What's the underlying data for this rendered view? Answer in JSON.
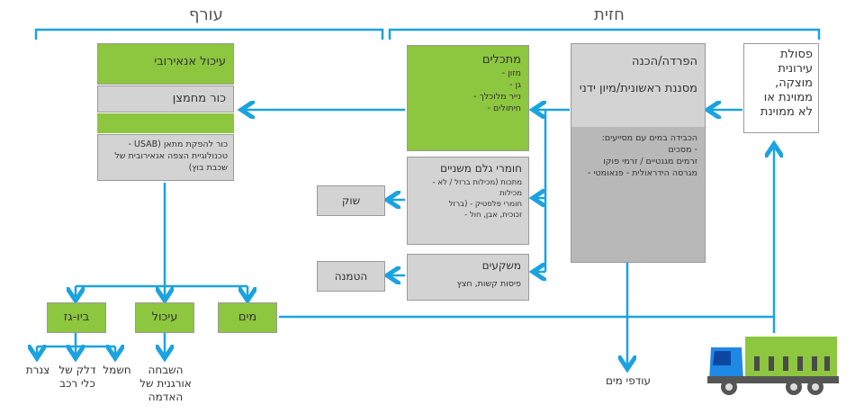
{
  "headers": {
    "front": "חזית",
    "back": "עורף"
  },
  "boxes": {
    "organic_waste": "פסולת עירונית מוצקה, ממוינת או לא ממוינת",
    "separation_title": "הפרדה/הכנה",
    "separation_sub": "מסננת ראשונית/מיון ידני",
    "separation_details": "הכבידה במים עם מסייעים:\n- מסכים\nזרמים מגנטיים / זרמי פוקו\nמגרסה הידראולית - פנאומטי -",
    "containers_title": "מתכלים",
    "containers_items": [
      "מזון -",
      "גן -",
      "נייר מלוכלך -",
      "חיתולים -"
    ],
    "secondary_title": "חומרי גלם משניים",
    "secondary_items": [
      "מתכות (מכילות ברזל / לא - מכילות",
      "חומרי פלסטיק - (ברזל",
      "זכוכית, אבן, חול -"
    ],
    "sediments_title": "משקעים",
    "sediments_sub": "פיסות קשות, חצץ",
    "market": "שוק",
    "landfill": "הטמנה",
    "anaerobic_title": "עיכול אנאירובי",
    "anaerobic_reactor": "כור מחמצן",
    "anaerobic_desc": "כור להפקת מתאן (USAB - טכנולוגיית הצפה אנאירובית של שכבת בוץ)",
    "water": "מים",
    "digestate": "עיכול",
    "biogas": "ביו-גז",
    "biogas_uses": [
      "צנרת",
      "דלק של כלי רכב",
      "חשמל"
    ],
    "soil_enrichment": "השבחה אורגנית של האדמה",
    "excess_water": "עודפי מים"
  },
  "colors": {
    "line_blue": "#1ba3e0",
    "green": "#8dc63f",
    "gray": "#d3d3d3",
    "truck_blue": "#1e88e5",
    "truck_green": "#8dc63f"
  }
}
